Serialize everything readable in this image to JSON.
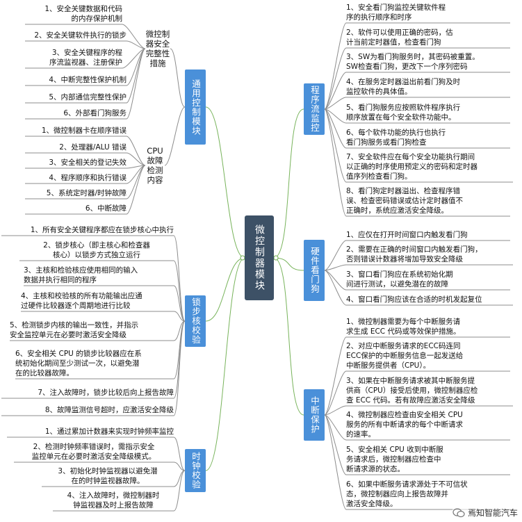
{
  "root": {
    "label": "微控制器模块"
  },
  "left": {
    "general": {
      "label": "通用控制模块",
      "groups": [
        {
          "label": "微控制器安全完整性措施",
          "items": [
            "1、安全关键数据和代码\n的内存保护机制",
            "2、安全关键软件执行的锁步",
            "3、安全关键程序的程\n序流监视器、注册保护",
            "4、中断完整性保护机制",
            "5、内部通信完整性保护",
            "6、外部看门狗服务"
          ]
        },
        {
          "label": "CPU故障检测内容",
          "items": [
            "1、微控制器卡在顺序错误",
            "2、处理器/ALU 错误",
            "3、安全相关的登记失效",
            "4、程序顺序和执行错误",
            "5、系统定时器/时钟故障",
            "6、中断故障"
          ]
        }
      ]
    },
    "lockstep": {
      "label": "锁步核校验",
      "items": [
        "1、所有安全关键程序都应在锁步核心中执行",
        "2、锁步核心（即主核心和检查器\n核心）以锁步方式独立运行",
        "3、主核和检验核应使用相同的输入\n数据并执行相同的程序",
        "4、主核和校验核的所有功能输出应通\n过硬件比较器逐个周期地进行比较",
        "5、检测锁步内核的输出一致性，并指示\n安全监控单元在必要时激活安全降级",
        "6、安全相关 CPU 的锁步比较器应在系\n统初始化期间至少测试一次，以避免潜\n在的比较器故障。",
        "7、注入故障时，锁步比较后向上报告故障",
        "8、故障监测信号超时，应激活安全降级"
      ]
    },
    "clock": {
      "label": "时钟校验",
      "items": [
        "1、通过累加计数器来实现时钟频率监控",
        "2、检测时钟频率错误时，需指示安全\n监控单元在必要时激活安全降级模式。",
        "3、初始化时钟监视器以避免潜\n在的时钟监视器故障。",
        "4、注入故障时，微控制器时\n钟监视器及时上报告故障"
      ]
    }
  },
  "right": {
    "program_flow": {
      "label": "程序流监控",
      "items": [
        "1、安全看门狗监控关键软件程\n序的执行顺序和时序",
        "2、软件可以使用正确的密码，估\n计当前定时器值，检查看门狗",
        "3、SW为看门狗服务时，其密码被重置。\nSW检查看门狗，更改下一个序列密码",
        "4、在服务定时器溢出前看门狗及时\n监控软件的具体值。",
        "5、看门狗服务应按照软件程序执行\n顺序放置在每个安全软件功能中。",
        "6、每个软件功能的执行也执行\n看门狗服务或看门狗检查",
        "7、安全软件应在每个安全功能执行期间\n以正确的时序使用预定义的密码和定时器\n值序列检查看门狗。",
        "8、看门狗定时器溢出、检查程序错\n误、检查密码错误或估计定时器值不\n正确时，系统应激活安全降级。"
      ]
    },
    "hw_watchdog": {
      "label": "硬件看门狗",
      "items": [
        "1、应仅在打开时间窗口内触发看门狗",
        "2、需要在正确的时间窗口内触发看门狗，\n否则错误计数器将增加导致安全降级",
        "3、窗口看门狗应在系统初始化期\n间进行测试，以避免潜在的故障",
        "4、窗口看门狗应该在合适的时机发起复位"
      ]
    },
    "interrupt": {
      "label": "中断保护",
      "items": [
        "1、微控制器需要为每个中断服务请\n求生成 ECC 代码或等效保护措施。",
        "2、对应中断服务请求的ECC码连同\nECC保护的中断服务信息一起发送给\n中断服务提供者（CPU）。",
        "3、如果在中断服务请求被其中断服务提\n供商（CPU）接受后使用，微控制器应检\n查 ECC 代码。若有故障应激活安全降级",
        "4、微控制器应检查由安全相关 CPU\n服务的所有中断请求的每个中断请求\n的速率。",
        "5、安全相关 CPU 收到中断服\n务请求后，微控制器应检查中\n断请求源的状态。",
        "6、如果中断服务请求源处于不可信状\n态，微控制器应向上报告故障并\n激活安全降级。"
      ]
    }
  },
  "watermark": {
    "text": "焉知智能汽车",
    "icon": "wechat-icon"
  },
  "colors": {
    "branch": "#4a90d9",
    "root": "#3d5166",
    "wire": "#77b35a",
    "underline": "#8c8c8c"
  }
}
